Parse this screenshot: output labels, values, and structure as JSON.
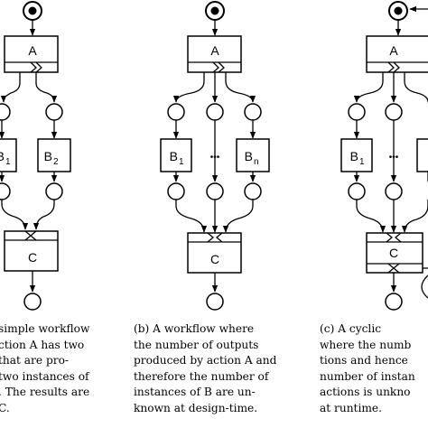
{
  "nodes": {
    "a": {
      "a": "A",
      "b1": "B",
      "b1_sub": "1",
      "b2": "B",
      "b2_sub": "2",
      "c": "C"
    },
    "b": {
      "a": "A",
      "b1": "B",
      "b1_sub": "1",
      "dots": "•••",
      "bn": "B",
      "bn_sub": "n",
      "c": "C"
    },
    "c": {
      "a": "A",
      "b1": "B",
      "b1_sub": "1",
      "dots": "•••",
      "c": "C"
    }
  },
  "captions": {
    "a": [
      "simple workflow",
      "ction A has two",
      "that are pro-",
      "two instances of",
      ". The results are",
      "C."
    ],
    "b": [
      "(b) A workflow where",
      "the number of outputs",
      "produced by action A and",
      "therefore the number of",
      "instances of B are un-",
      "known at design-time."
    ],
    "c": [
      "(c) A cyclic",
      "where the numb",
      "tions and hence",
      "number of instan",
      "actions is unkno",
      "at runtime."
    ]
  },
  "colors": {
    "stroke": "#000000",
    "background": "#ffffff"
  }
}
